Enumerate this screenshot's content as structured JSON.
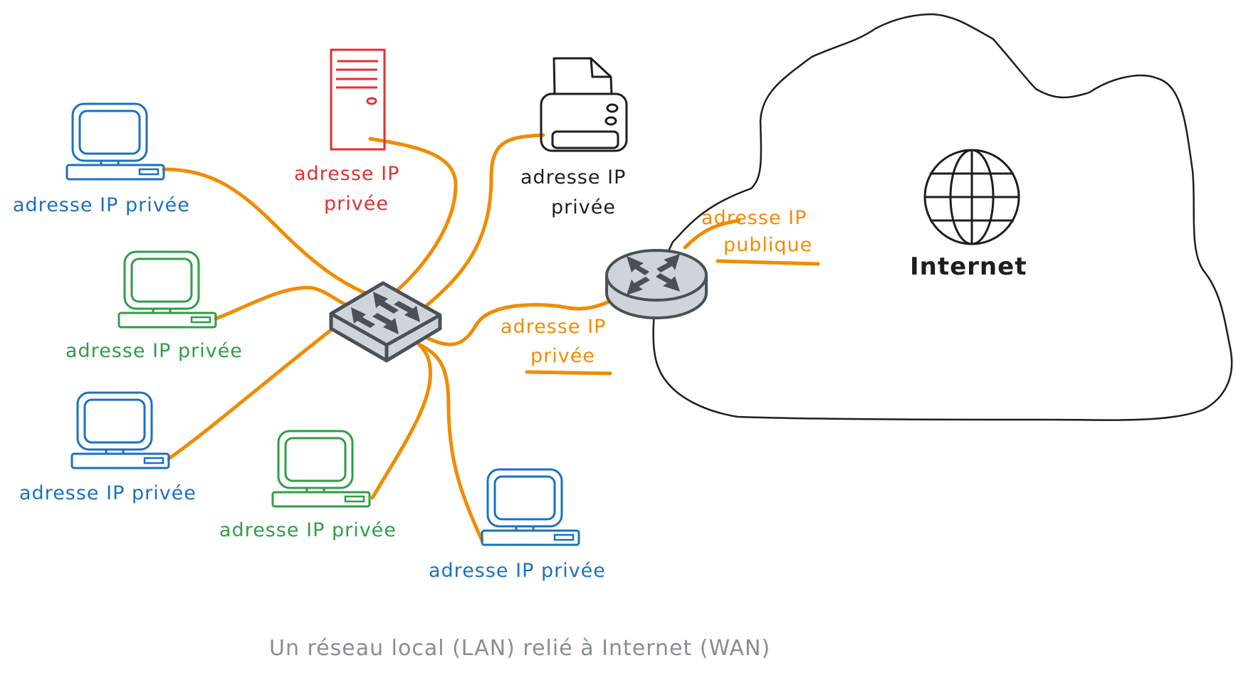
{
  "diagram": {
    "caption": "Un réseau local (LAN) relié à Internet (WAN)",
    "colors": {
      "cable": "#f08c00",
      "pc_blue": "#1971c2",
      "pc_green": "#2f9e44",
      "server_red": "#e03131",
      "ink": "#1e1e1e",
      "device_fill": "#ced4da",
      "device_stroke": "#495057",
      "caption_gray": "#868e96"
    },
    "devices": [
      {
        "id": "pc1",
        "type": "computer",
        "color": "blue",
        "label": "adresse IP privée"
      },
      {
        "id": "pc2",
        "type": "computer",
        "color": "green",
        "label": "adresse IP privée"
      },
      {
        "id": "pc3",
        "type": "computer",
        "color": "blue",
        "label": "adresse IP privée"
      },
      {
        "id": "pc4",
        "type": "computer",
        "color": "green",
        "label": "adresse IP privée"
      },
      {
        "id": "pc5",
        "type": "computer",
        "color": "blue",
        "label": "adresse IP privée"
      },
      {
        "id": "server",
        "type": "server",
        "color": "red",
        "label_line1": "adresse IP",
        "label_line2": "privée"
      },
      {
        "id": "printer",
        "type": "printer",
        "color": "black",
        "label_line1": "adresse IP",
        "label_line2": "privée"
      },
      {
        "id": "switch",
        "type": "switch"
      },
      {
        "id": "router",
        "type": "router",
        "lan_label_line1": "adresse IP",
        "lan_label_line2": "privée",
        "wan_label_line1": "adresse IP",
        "wan_label_line2": "publique"
      }
    ],
    "internet": {
      "type": "cloud",
      "label": "Internet",
      "icon": "globe-icon"
    }
  }
}
